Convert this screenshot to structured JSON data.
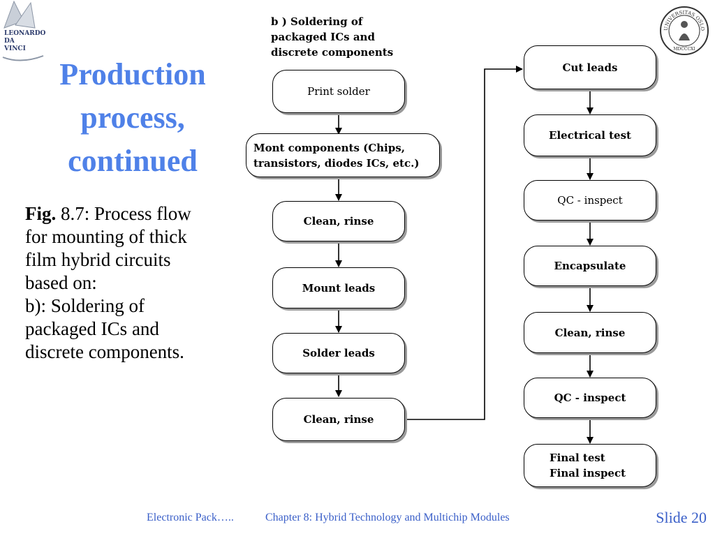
{
  "logo_left": {
    "text_lines": [
      "LEONARDO",
      "DA",
      "VINCI"
    ]
  },
  "seal": {
    "ring_text": "UNIVERSITAS OSLOENSIS",
    "date_text": "MDCCCXI"
  },
  "title": {
    "line1": "Production",
    "line2": "process,",
    "line3": "continued"
  },
  "caption": {
    "fig_label": "Fig.",
    "line1_rest": " 8.7: Process flow",
    "line2": "for mounting of thick",
    "line3": "film hybrid circuits",
    "line4": "based on:",
    "line5": "b): Soldering of",
    "line6": "packaged ICs and",
    "line7": "discrete components."
  },
  "diagram": {
    "heading_lines": [
      "b ) Soldering of",
      "packaged ICs and",
      "discrete components"
    ],
    "left_column": [
      "Print solder",
      "Mont components (Chips,\ntransistors, diodes ICs, etc.)",
      "Clean, rinse",
      "Mount leads",
      "Solder leads",
      "Clean, rinse"
    ],
    "right_column": [
      "Cut leads",
      "Electrical test",
      "QC - inspect",
      "Encapsulate",
      "Clean, rinse",
      "QC - inspect",
      "Final test\nFinal inspect"
    ]
  },
  "footer": {
    "left": "Electronic Pack…..",
    "center": "Chapter 8: Hybrid Technology and Multichip Modules",
    "slide": "Slide 20"
  },
  "colors": {
    "accent": "#4f81e8",
    "footer": "#3a5fc8"
  }
}
